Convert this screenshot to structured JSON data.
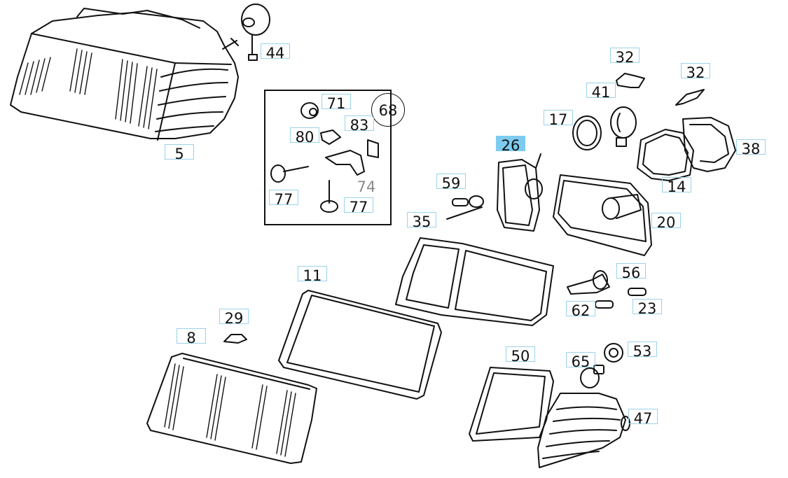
{
  "diagram": {
    "type": "exploded-parts-diagram",
    "subject": "headlamp assembly",
    "active_color": "#7ecbf0",
    "label_border_color": "#9ad3ea",
    "callouts": [
      {
        "id": "5",
        "label": "5",
        "state": "normal"
      },
      {
        "id": "44",
        "label": "44",
        "state": "normal"
      },
      {
        "id": "71",
        "label": "71",
        "state": "normal"
      },
      {
        "id": "68",
        "label": "68",
        "state": "circled"
      },
      {
        "id": "83",
        "label": "83",
        "state": "normal"
      },
      {
        "id": "80",
        "label": "80",
        "state": "normal"
      },
      {
        "id": "74",
        "label": "74",
        "state": "unboxed"
      },
      {
        "id": "77a",
        "label": "77",
        "state": "normal"
      },
      {
        "id": "77b",
        "label": "77",
        "state": "normal"
      },
      {
        "id": "32a",
        "label": "32",
        "state": "normal"
      },
      {
        "id": "32b",
        "label": "32",
        "state": "normal"
      },
      {
        "id": "41",
        "label": "41",
        "state": "normal"
      },
      {
        "id": "17",
        "label": "17",
        "state": "normal"
      },
      {
        "id": "26",
        "label": "26",
        "state": "selected"
      },
      {
        "id": "38",
        "label": "38",
        "state": "normal"
      },
      {
        "id": "14",
        "label": "14",
        "state": "normal"
      },
      {
        "id": "59",
        "label": "59",
        "state": "normal"
      },
      {
        "id": "35",
        "label": "35",
        "state": "normal"
      },
      {
        "id": "20",
        "label": "20",
        "state": "normal"
      },
      {
        "id": "56",
        "label": "56",
        "state": "normal"
      },
      {
        "id": "62",
        "label": "62",
        "state": "normal"
      },
      {
        "id": "23",
        "label": "23",
        "state": "normal"
      },
      {
        "id": "11",
        "label": "11",
        "state": "normal"
      },
      {
        "id": "29",
        "label": "29",
        "state": "normal"
      },
      {
        "id": "8",
        "label": "8",
        "state": "normal"
      },
      {
        "id": "50",
        "label": "50",
        "state": "normal"
      },
      {
        "id": "65",
        "label": "65",
        "state": "normal"
      },
      {
        "id": "53",
        "label": "53",
        "state": "normal"
      },
      {
        "id": "47",
        "label": "47",
        "state": "normal"
      }
    ]
  }
}
